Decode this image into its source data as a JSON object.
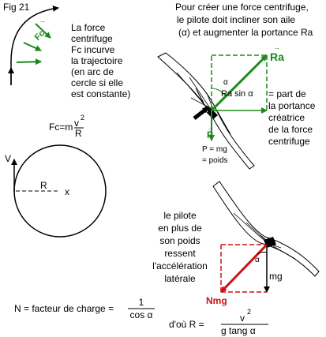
{
  "figure_label": "Fig  21",
  "centrifugal_text": [
    "La force",
    "centrifuge",
    "Fc incurve",
    "la trajectoire",
    "(en arc de",
    "cercle si elle",
    "est constante)"
  ],
  "fc_arrow_label": "Fc",
  "fc_arrow_bar": "→",
  "formula_fc": {
    "lhs": "Fc=m",
    "num": "v",
    "exp": "2",
    "den": "R"
  },
  "circle_labels": {
    "v": "V",
    "r": "R",
    "x": "x"
  },
  "header_text": [
    "Pour créer une force centrifuge,",
    "le pilote doit incliner son aile",
    "(α) et augmenter la portance Ra"
  ],
  "ra_label": "Ra",
  "ra_arrow_bar": "→",
  "alpha_small": "α",
  "ra_sin_label": "Ra sin α",
  "part_text": [
    "= part de",
    "la portance",
    "créatrice",
    "de la force",
    "centrifuge"
  ],
  "p_label": "P",
  "p_arrow_bar": "→",
  "weight_text": [
    "P = mg",
    "= poids"
  ],
  "pilot_text": [
    "le pilote",
    "en plus de",
    "son poids",
    "ressent",
    "l'accélération",
    "latérale"
  ],
  "nmg_label": "Nmg",
  "mg_label": "mg",
  "alpha_lower": "α",
  "load_factor": {
    "lhs": "N = facteur de charge =",
    "num": "1",
    "den": "cos α"
  },
  "radius_formula": {
    "lhs": "d'où R =",
    "num": "v",
    "exp": "2",
    "den": "g tang  α"
  },
  "colors": {
    "green": "#1a8a1a",
    "red": "#cc1111",
    "black": "#000000"
  }
}
